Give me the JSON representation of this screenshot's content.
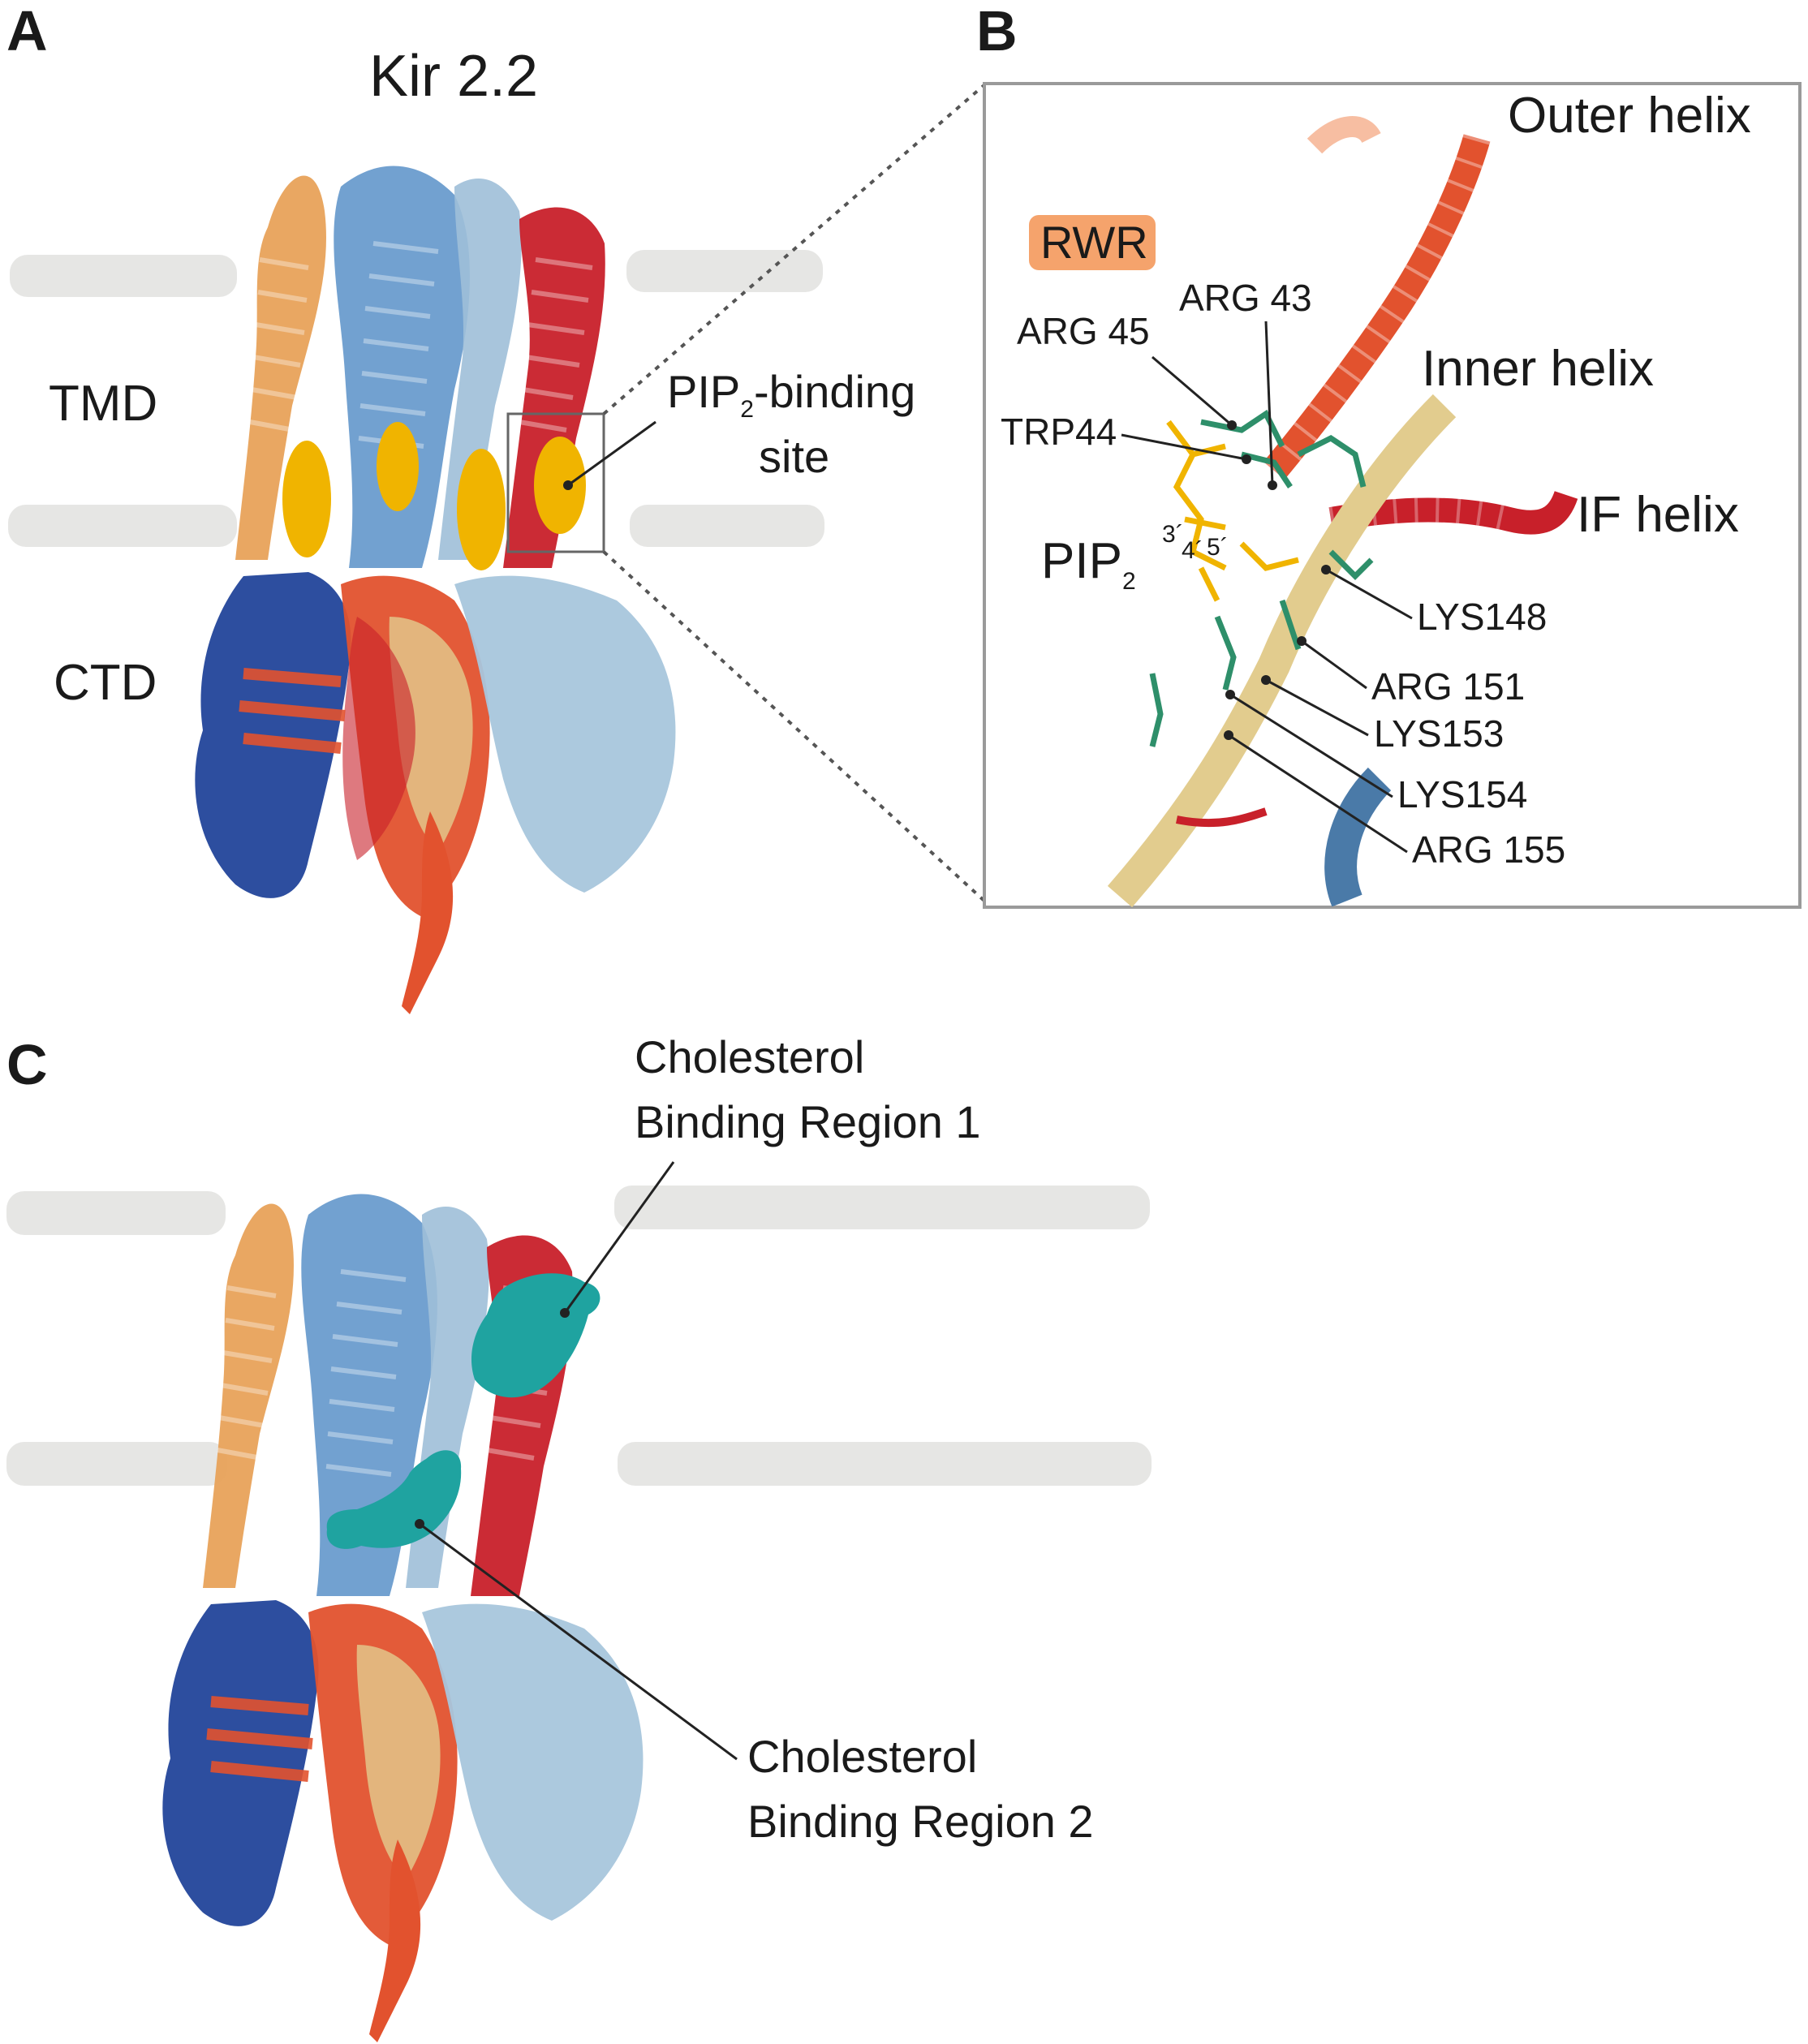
{
  "panels": {
    "a": {
      "letter": "A",
      "title": "Kir 2.2",
      "region_top": "TMD",
      "region_bottom": "CTD",
      "callout_main": "PIP",
      "callout_sub": "2",
      "callout_rest": "-binding",
      "callout_line2": "site"
    },
    "b": {
      "letter": "B",
      "rwr_badge": "RWR",
      "helices": {
        "outer": "Outer helix",
        "inner": "Inner helix",
        "if": "IF helix"
      },
      "pip_main": "PIP",
      "pip_sub": "2",
      "positions": {
        "p3": "3´",
        "p4": "4´",
        "p5": "5´"
      },
      "residues": {
        "arg43": "ARG 43",
        "arg45": "ARG 45",
        "trp44": "TRP44",
        "lys148": "LYS148",
        "arg151": "ARG 151",
        "lys153": "LYS153",
        "lys154": "LYS154",
        "arg155": "ARG 155"
      }
    },
    "c": {
      "letter": "C",
      "region1_line1": "Cholesterol",
      "region1_line2": "Binding Region 1",
      "region2_line1": "Cholesterol",
      "region2_line2": "Binding Region 2"
    }
  },
  "colors": {
    "membrane": "#e6e6e4",
    "orange_chain": "#e8a25a",
    "steel_blue": "#6a9ccd",
    "red_chain": "#c8202a",
    "navy_chain": "#22449a",
    "red_orange": "#e2522e",
    "light_blue": "#a8c6dc",
    "tan_chain": "#e2cc8e",
    "pip_yellow": "#f0b400",
    "cholesterol_teal": "#1fa3a0",
    "rwr_badge": "#f5a36c",
    "residue_green": "#2e8f6a",
    "panel_border": "#9a9a9a"
  }
}
